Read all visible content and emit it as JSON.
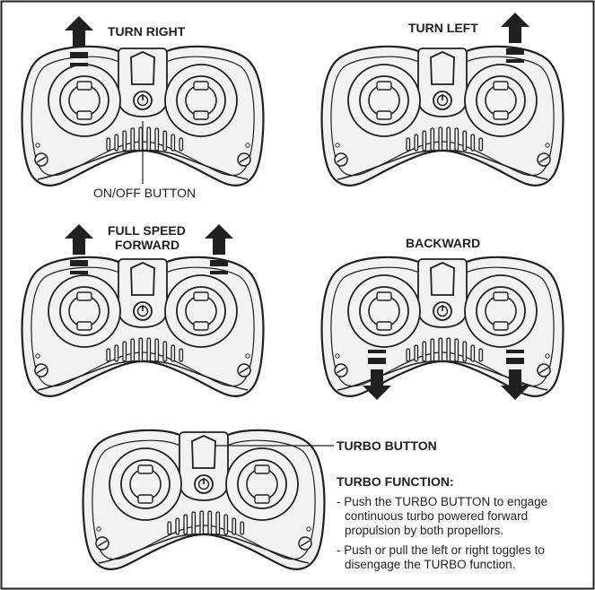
{
  "panels": {
    "turn_right": {
      "title": "TURN RIGHT",
      "callout": "ON/OFF BUTTON"
    },
    "turn_left": {
      "title": "TURN LEFT"
    },
    "full_speed": {
      "title_line1": "FULL SPEED",
      "title_line2": "FORWARD"
    },
    "backward": {
      "title": "BACKWARD"
    },
    "turbo": {
      "callout": "TURBO BUTTON",
      "heading": "TURBO FUNCTION:",
      "bullets": [
        {
          "line1": "- Push the TURBO BUTTON to engage",
          "line2": "continuous turbo powered forward",
          "line3": "propulsion by both propellors."
        },
        {
          "line1": "- Push or pull the left or right toggles to",
          "line2": "disengage the TURBO function."
        }
      ]
    }
  },
  "icons": {
    "arrow": "arrow-icon",
    "power": "power-icon",
    "screw": "screw-icon"
  },
  "colors": {
    "ink": "#231f20",
    "controller_fill": "#f2f2f2",
    "background": "#ffffff"
  }
}
